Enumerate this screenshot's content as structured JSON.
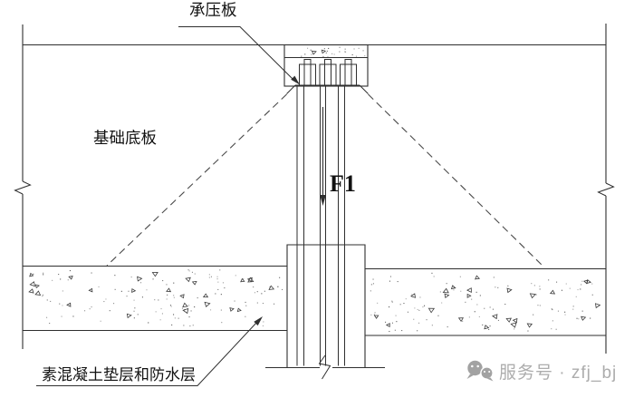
{
  "drawing": {
    "labels": {
      "bearing_plate": "承压板",
      "foundation_slab": "基础底板",
      "cushion_waterproof": "素混凝土垫层和防水层",
      "force": "F1"
    },
    "watermark": {
      "icon": "wechat-icon",
      "text": "服务号 · zfj_bj"
    },
    "colors": {
      "ink": "#2f2f2f",
      "dash_line": "#4a4a4a",
      "watermark": "#adadad",
      "background": "#ffffff"
    }
  }
}
